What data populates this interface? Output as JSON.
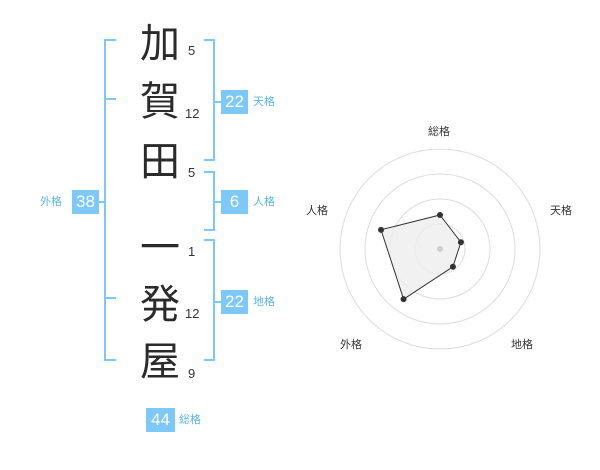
{
  "name": {
    "characters": [
      {
        "char": "加",
        "strokes": "5"
      },
      {
        "char": "賀",
        "strokes": "12"
      },
      {
        "char": "田",
        "strokes": "5"
      },
      {
        "char": "一",
        "strokes": "1"
      },
      {
        "char": "発",
        "strokes": "12"
      },
      {
        "char": "屋",
        "strokes": "9"
      }
    ]
  },
  "fortune": {
    "tenkaku": {
      "value": "22",
      "label": "天格"
    },
    "jinkaku": {
      "value": "6",
      "label": "人格"
    },
    "chikaku": {
      "value": "22",
      "label": "地格"
    },
    "gaikaku": {
      "value": "38",
      "label": "外格"
    },
    "soukaku": {
      "value": "44",
      "label": "総格"
    }
  },
  "colors": {
    "accent": "#7ec8f7",
    "accent_text": "#5ab4ec",
    "bracket": "#7ec8f7",
    "radar_fill": "#eeeeee",
    "radar_stroke": "#333333",
    "ring": "#dddddd"
  },
  "chart_data": {
    "type": "radar",
    "axes": [
      "総格",
      "天格",
      "地格",
      "外格",
      "人格"
    ],
    "values": [
      0.34,
      0.22,
      0.22,
      0.62,
      0.62
    ]
  }
}
